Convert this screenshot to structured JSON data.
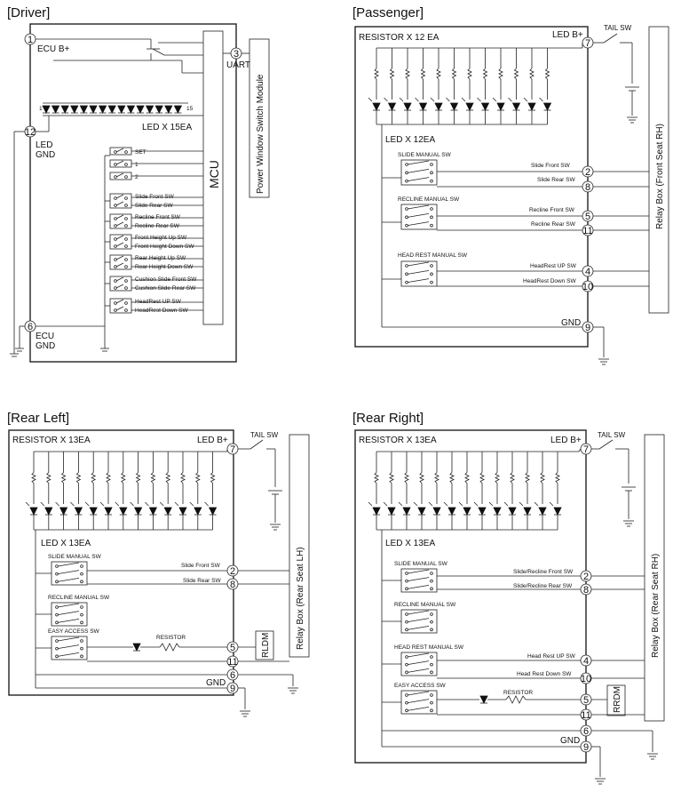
{
  "driver": {
    "title": "[Driver]",
    "ecu_bplus": "ECU B+",
    "uart": "UART",
    "led_count": "LED X 15EA",
    "led_gnd_1": "LED",
    "led_gnd_2": "GND",
    "ecu_gnd_1": "ECU",
    "ecu_gnd_2": "GND",
    "mcu": "MCU",
    "module": "Power Window Switch Module",
    "pins": {
      "ecu_b": "1",
      "uart": "3",
      "led_gnd": "12",
      "ecu_gnd": "6"
    },
    "led_markers": {
      "first": "1",
      "last": "15"
    },
    "buttons": [
      "SET",
      "1",
      "2"
    ],
    "switches": [
      "Slide Front SW",
      "Slide Rear SW",
      "Recline Front SW",
      "Recline Rear SW",
      "Front Height Up SW",
      "Front Height Down SW",
      "Rear Height Up SW",
      "Rear Height Down SW",
      "Cushion Slide Front SW",
      "Cushion Slide Rear SW",
      "HeadRest UP SW",
      "HeadRest Down SW"
    ]
  },
  "passenger": {
    "title": "[Passenger]",
    "resistor": "RESISTOR X 12 EA",
    "ledb": "LED B+",
    "tail": "TAIL SW",
    "led_count": "LED X 12EA",
    "gnd": "GND",
    "relay": "Relay Box (Front Seat RH)",
    "groups": [
      "SLIDE MANUAL SW",
      "RECLINE MANUAL SW",
      "HEAD REST MANUAL SW"
    ],
    "lines": [
      "Slide Front SW",
      "Slide Rear SW",
      "Recline Front SW",
      "Recline Rear SW",
      "HeadRest UP SW",
      "HeadRest Down SW"
    ],
    "pins": {
      "ledb": "7",
      "lines": [
        "2",
        "8",
        "5",
        "11",
        "4",
        "10"
      ],
      "gnd": "9"
    }
  },
  "rear_left": {
    "title": "[Rear Left]",
    "resistor": "RESISTOR X 13EA",
    "ledb": "LED B+",
    "tail": "TAIL SW",
    "led_count": "LED X 13EA",
    "gnd": "GND",
    "relay": "Relay Box (Rear Seat LH)",
    "groups": [
      "SLIDE MANUAL SW",
      "RECLINE MANUAL SW",
      "EASY ACCESS SW"
    ],
    "lines": [
      "Slide Front SW",
      "Slide Rear SW"
    ],
    "resistor_single": "RESISTOR",
    "rldm": "RLDM",
    "pins": {
      "ledb": "7",
      "lines": [
        "2",
        "8"
      ],
      "easy": "5",
      "p11": "11",
      "p6": "6",
      "gnd": "9"
    }
  },
  "rear_right": {
    "title": "[Rear Right]",
    "resistor": "RESISTOR X 13EA",
    "ledb": "LED B+",
    "tail": "TAIL SW",
    "led_count": "LED X 13EA",
    "gnd": "GND",
    "relay": "Relay Box (Rear Seat RH)",
    "groups": [
      "SLIDE MANUAL SW",
      "RECLINE MANUAL SW",
      "HEAD REST MANUAL SW",
      "EASY ACCESS SW"
    ],
    "lines": [
      "Slide/Recline Front SW",
      "Slide/Recline Rear SW",
      "Head Rest UP SW",
      "Head Rest Down SW"
    ],
    "resistor_single": "RESISTOR",
    "rrdm": "RRDM",
    "pins": {
      "ledb": "7",
      "lines": [
        "2",
        "8",
        "4",
        "10"
      ],
      "easy": "5",
      "p11": "11",
      "p6": "6",
      "gnd": "9"
    }
  }
}
